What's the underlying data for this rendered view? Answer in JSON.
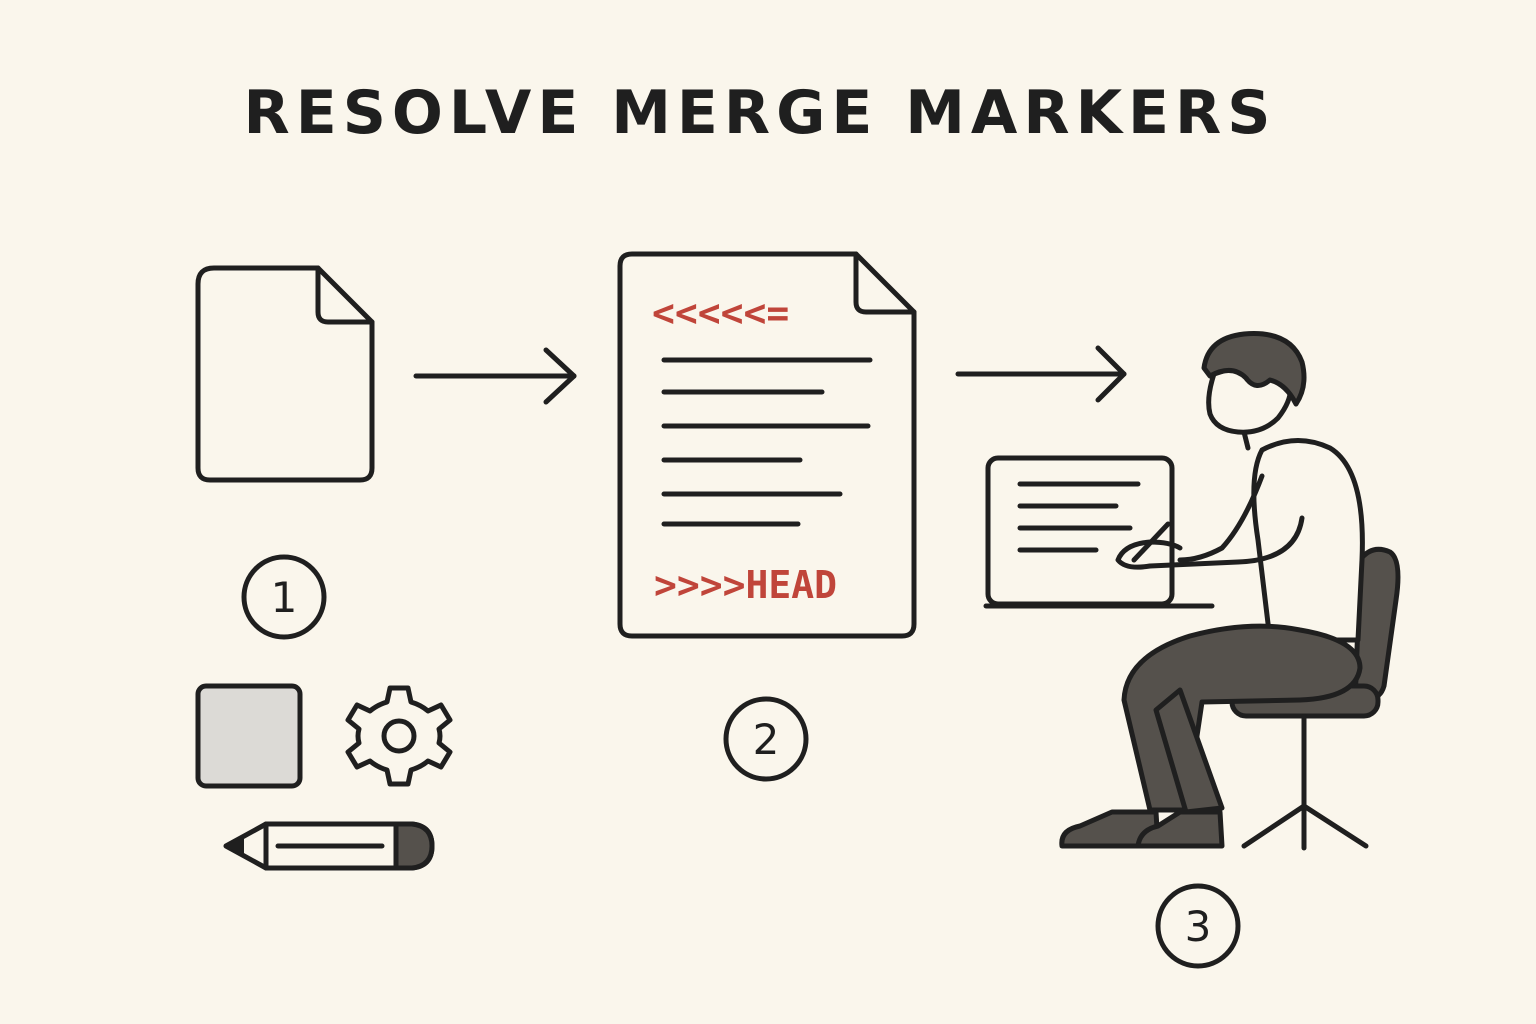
{
  "title": "RESOLVE MERGE MARKERS",
  "steps": [
    {
      "number": "1"
    },
    {
      "number": "2"
    },
    {
      "number": "3"
    }
  ],
  "conflict_file": {
    "start_marker": "<<<<<=",
    "end_marker": ">>>>HEAD"
  },
  "colors": {
    "background": "#faf6ec",
    "ink": "#1f1f1f",
    "marker": "#c0453a",
    "fill_dark": "#55514c",
    "fill_light": "#dcdad6"
  },
  "icons": [
    "file-icon",
    "arrow-right-icon",
    "conflict-file-icon",
    "developer-at-laptop-icon",
    "square-icon",
    "gear-icon",
    "pencil-icon"
  ]
}
